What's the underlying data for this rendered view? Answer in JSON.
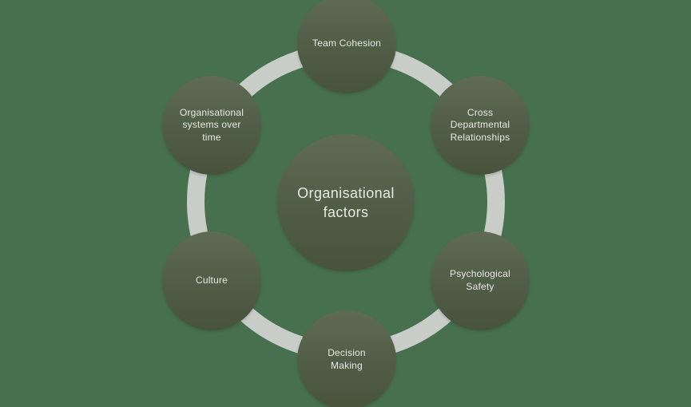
{
  "diagram": {
    "type": "circle-relationship",
    "center": {
      "label": "Organisational\nfactors"
    },
    "nodes": [
      {
        "id": "team-cohesion",
        "label": "Team Cohesion",
        "position": "top"
      },
      {
        "id": "cross-departmental-relationships",
        "label": "Cross\nDepartmental\nRelationships",
        "position": "top-right"
      },
      {
        "id": "psychological-safety",
        "label": "Psychological\nSafety",
        "position": "bottom-right"
      },
      {
        "id": "decision-making",
        "label": "Decision\nMaking",
        "position": "bottom"
      },
      {
        "id": "culture",
        "label": "Culture",
        "position": "bottom-left"
      },
      {
        "id": "organisational-systems-over-time",
        "label": "Organisational\nsystems over\ntime",
        "position": "top-left"
      }
    ],
    "colors": {
      "background": "#47714e",
      "node_gradient_top": "#5f6b55",
      "node_gradient_mid": "#515e47",
      "node_gradient_bottom": "#47533c",
      "ring": "#c9cdc7",
      "text": "#e9eae5"
    }
  }
}
